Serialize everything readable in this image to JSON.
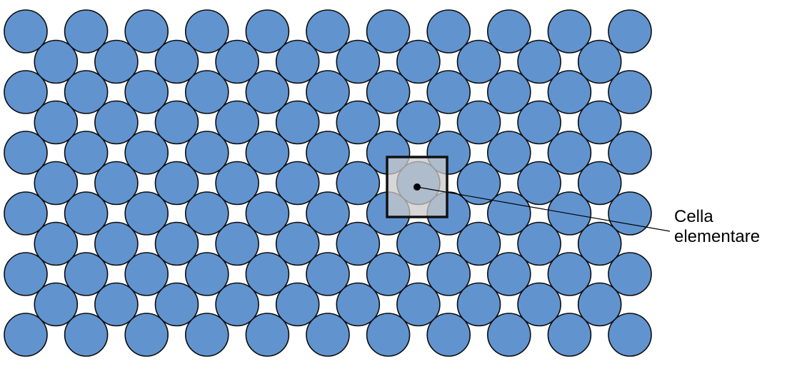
{
  "diagram": {
    "label_lines": [
      "Cella",
      "elementare"
    ],
    "colors": {
      "atom_fill": "#6194cf",
      "atom_stroke": "#0d0d0d",
      "cell_fill": "#c9c9c9",
      "cell_fill_opacity": 0.75,
      "cell_border": "#111111",
      "leader_line": "#000000"
    }
  }
}
